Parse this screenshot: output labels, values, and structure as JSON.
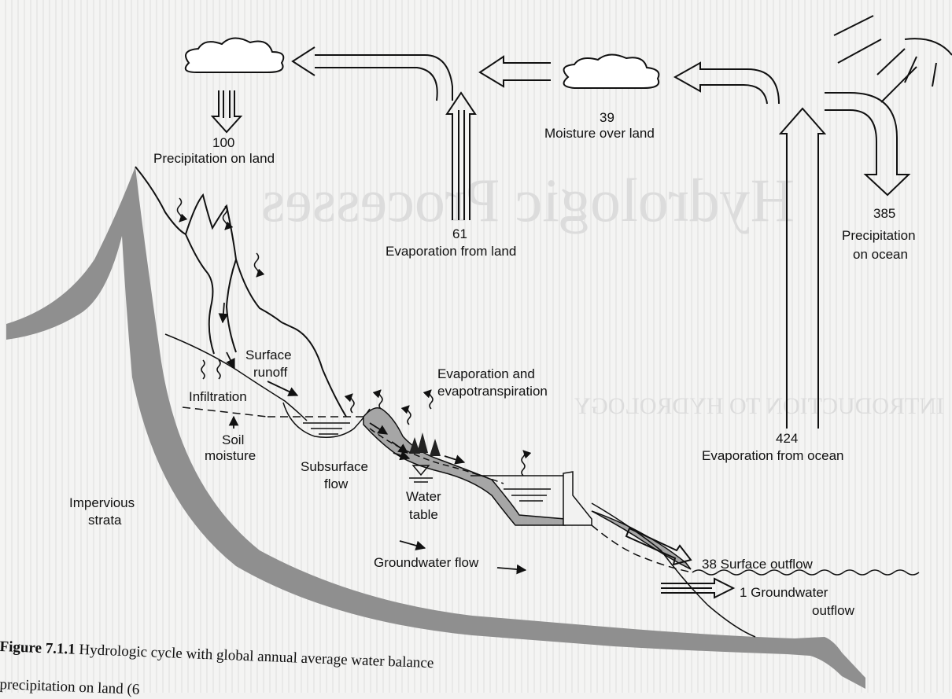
{
  "background": {
    "ghost_title": "Hydrologic Processes",
    "ghost_subtitle": "INTRODUCTION TO HYDROLOGY"
  },
  "labels": {
    "precip_land_value": "100",
    "precip_land_text": "Precipitation on land",
    "moisture_value": "39",
    "moisture_text": "Moisture over land",
    "evap_land_value": "61",
    "evap_land_text": "Evaporation from land",
    "precip_ocean_value": "385",
    "precip_ocean_text1": "Precipitation",
    "precip_ocean_text2": "on ocean",
    "evap_ocean_value": "424",
    "evap_ocean_text": "Evaporation from ocean",
    "surface_runoff1": "Surface",
    "surface_runoff2": "runoff",
    "evapotranspiration1": "Evaporation and",
    "evapotranspiration2": "evapotranspiration",
    "infiltration": "Infiltration",
    "soil_moisture1": "Soil",
    "soil_moisture2": "moisture",
    "subsurface1": "Subsurface",
    "subsurface2": "flow",
    "water_table1": "Water",
    "water_table2": "table",
    "impervious1": "Impervious",
    "impervious2": "strata",
    "groundwater_flow": "Groundwater flow",
    "surface_outflow": "38 Surface outflow",
    "groundwater_outflow1": "1 Groundwater",
    "groundwater_outflow2": "outflow"
  },
  "caption": {
    "figure_number": "Figure 7.1.1",
    "text": "Hydrologic cycle with global annual average water balance",
    "line2": "precipitation on land (6"
  },
  "colors": {
    "ink": "#111111",
    "strata": "#8f8f8f",
    "shading": "#a6a6a6"
  }
}
